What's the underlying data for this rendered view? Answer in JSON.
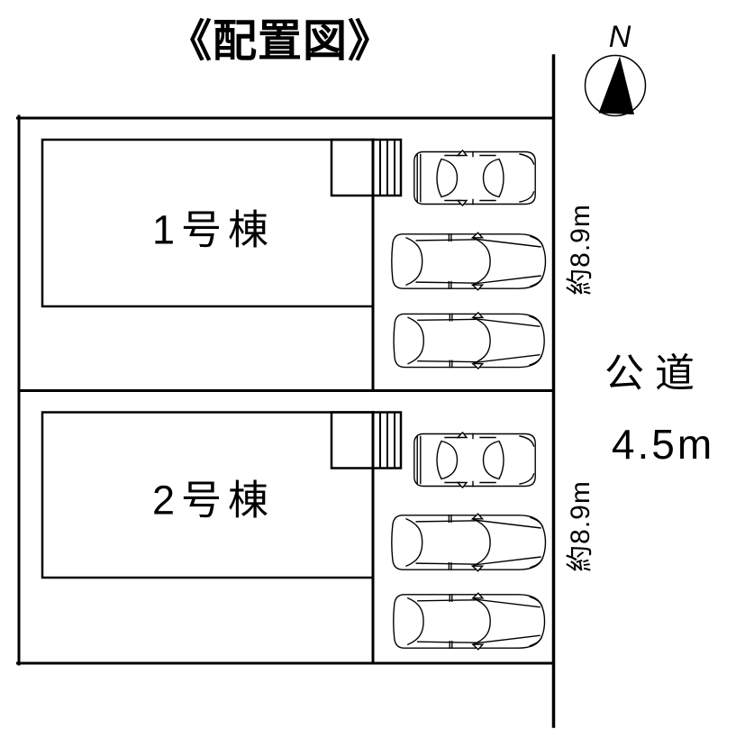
{
  "title": "《配置図》",
  "compass": {
    "label": "N",
    "direction": "up"
  },
  "site": {
    "units": [
      {
        "building_label": "1号棟",
        "depth_label": "約8.9m",
        "parking_spaces": 3
      },
      {
        "building_label": "2号棟",
        "depth_label": "約8.9m",
        "parking_spaces": 3
      }
    ]
  },
  "road": {
    "name": "公道",
    "width_label": "4.5m"
  },
  "colors": {
    "line": "#000000",
    "background": "#ffffff"
  }
}
